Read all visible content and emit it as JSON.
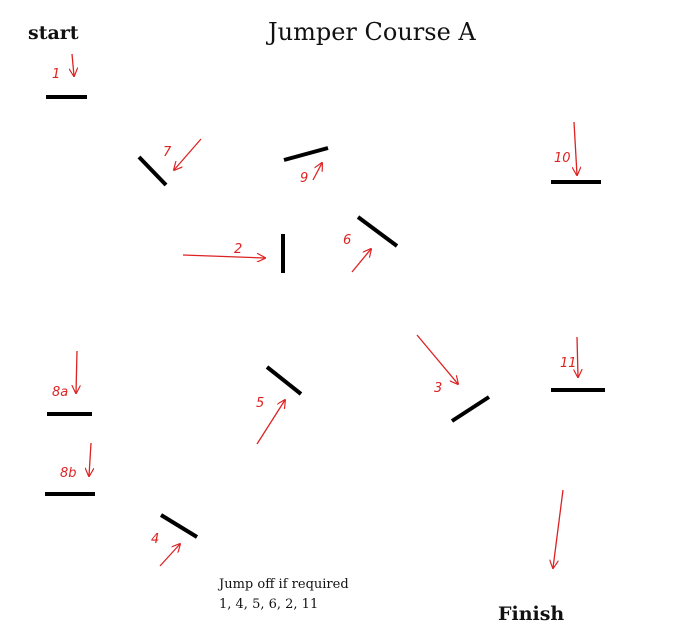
{
  "title": "Jumper Course A",
  "start_label": "start",
  "finish_label": "Finish",
  "jump_off": {
    "heading": "Jump off if required",
    "sequence": "1, 4, 5, 6, 2, 11"
  },
  "colors": {
    "fence": "#000000",
    "arrow_and_number": "#dd2222"
  },
  "fences": [
    {
      "id": "1",
      "label": "1"
    },
    {
      "id": "2",
      "label": "2"
    },
    {
      "id": "3",
      "label": "3"
    },
    {
      "id": "4",
      "label": "4"
    },
    {
      "id": "5",
      "label": "5"
    },
    {
      "id": "6",
      "label": "6"
    },
    {
      "id": "7",
      "label": "7"
    },
    {
      "id": "8a",
      "label": "8a"
    },
    {
      "id": "8b",
      "label": "8b"
    },
    {
      "id": "9",
      "label": "9"
    },
    {
      "id": "10",
      "label": "10"
    },
    {
      "id": "11",
      "label": "11"
    }
  ]
}
